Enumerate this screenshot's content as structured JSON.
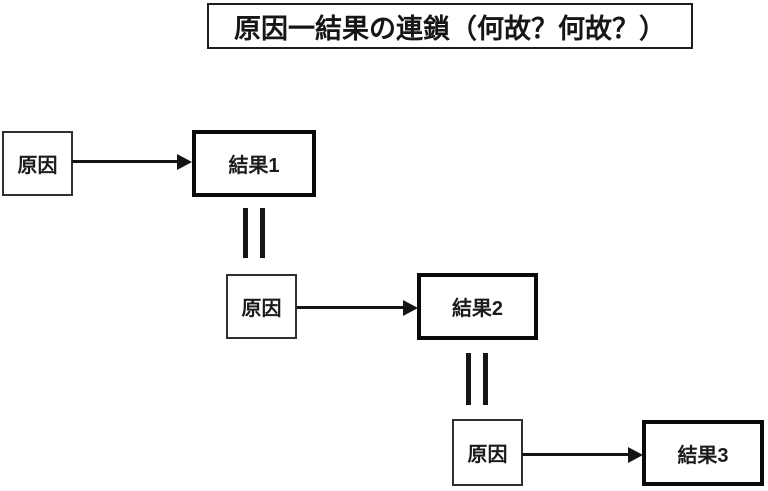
{
  "title": {
    "text": "原因一結果の連鎖（何故？何故？）"
  },
  "diagram": {
    "rows": [
      {
        "cause": "原因",
        "result": "結果1"
      },
      {
        "cause": "原因",
        "result": "結果2"
      },
      {
        "cause": "原因",
        "result": "結果3"
      }
    ]
  },
  "colors": {
    "line": "#141414",
    "result_border": "#0a0a0a",
    "cause_border": "#303030",
    "background": "#ffffff"
  }
}
